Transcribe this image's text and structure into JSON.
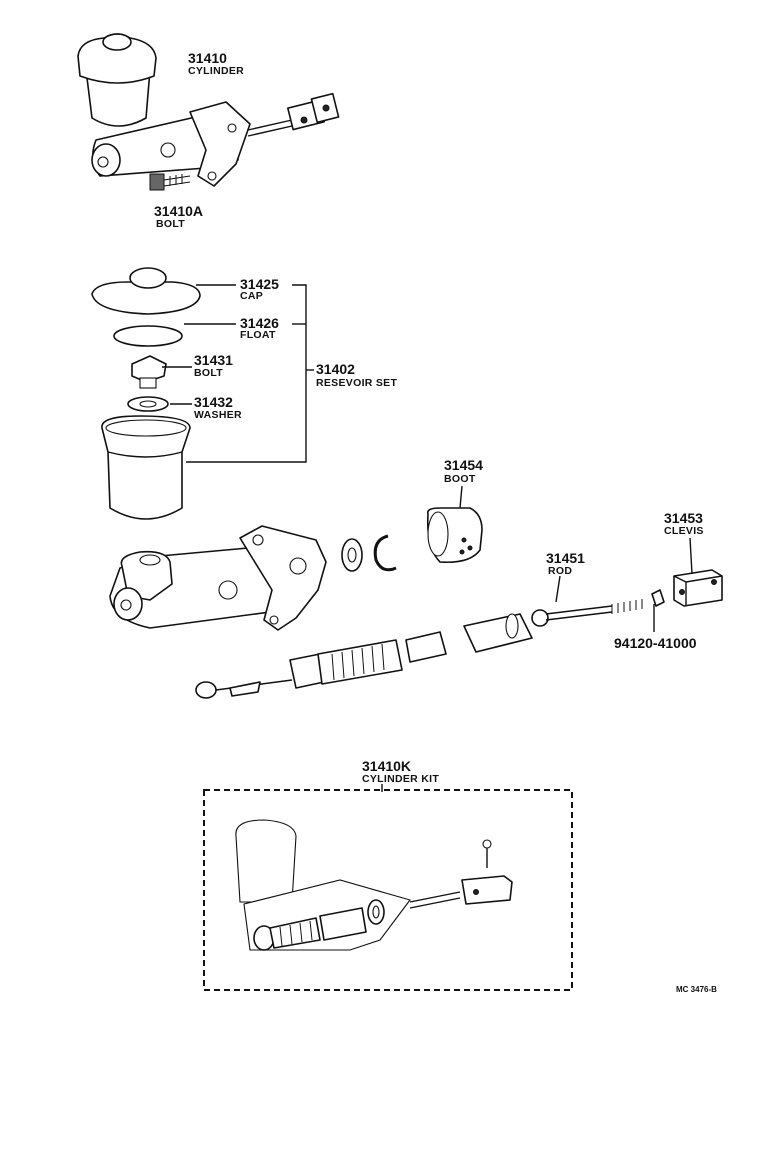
{
  "parts": {
    "p31410": {
      "number": "31410",
      "name": "CYLINDER"
    },
    "p31410a": {
      "number": "31410A",
      "name": "BOLT"
    },
    "p31425": {
      "number": "31425",
      "name": "CAP"
    },
    "p31426": {
      "number": "31426",
      "name": "FLOAT"
    },
    "p31431": {
      "number": "31431",
      "name": "BOLT"
    },
    "p31432": {
      "number": "31432",
      "name": "WASHER"
    },
    "p31402": {
      "number": "31402",
      "name": "RESEVOIR SET"
    },
    "p31454": {
      "number": "31454",
      "name": "BOOT"
    },
    "p31453": {
      "number": "31453",
      "name": "CLEVIS"
    },
    "p31451": {
      "number": "31451",
      "name": "ROD"
    },
    "p94120": {
      "number": "94120-41000"
    },
    "p31410k": {
      "number": "31410K",
      "name": "CYLINDER KIT"
    }
  },
  "footer": {
    "code": "MC 3476-B"
  }
}
